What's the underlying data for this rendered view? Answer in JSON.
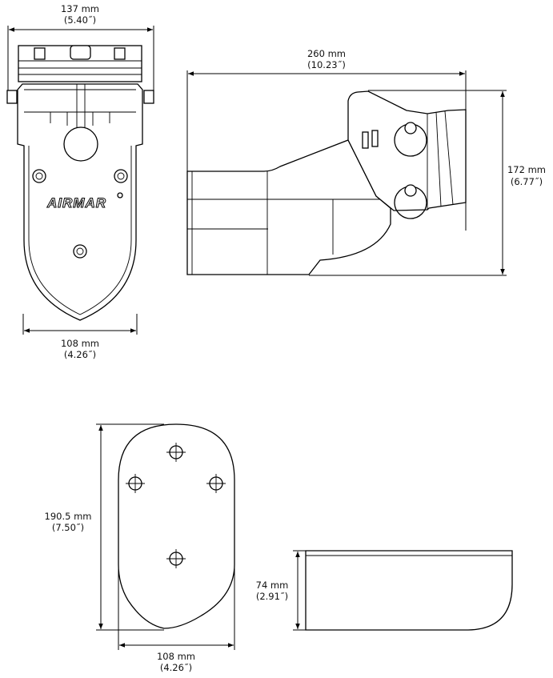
{
  "front_view": {
    "width_top": {
      "mm": "137 mm",
      "in": "(5.40˝)"
    },
    "width_bottom": {
      "mm": "108 mm",
      "in": "(4.26˝)"
    },
    "logo": "AIRMAR"
  },
  "side_view": {
    "length": {
      "mm": "260 mm",
      "in": "(10.23˝)"
    },
    "height": {
      "mm": "172 mm",
      "in": "(6.77˝)"
    }
  },
  "bottom_view": {
    "length": {
      "mm": "190.5 mm",
      "in": "(7.50˝)"
    },
    "width": {
      "mm": "108 mm",
      "in": "(4.26˝)"
    }
  },
  "profile_view": {
    "height": {
      "mm": "74 mm",
      "in": "(2.91˝)"
    }
  }
}
